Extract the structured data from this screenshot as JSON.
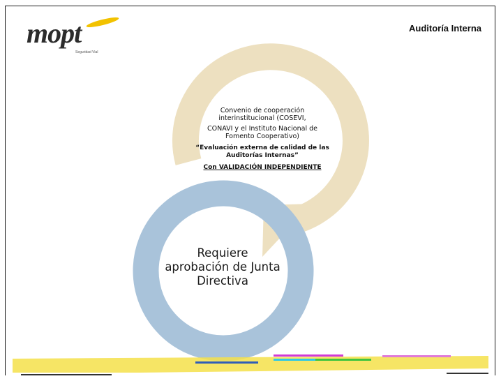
{
  "header": {
    "logo_text": "mopt",
    "logo_subtitle": "Seguridad Vial",
    "title": "Auditoría Interna"
  },
  "diagram": {
    "top_cycle": {
      "line1": "Convenio de cooperación interinstitucional (COSEVI,",
      "line2": "CONAVI y el Instituto Nacional de Fomento Cooperativo)",
      "quote": "“Evaluación externa de calidad de las Auditorías Internas”",
      "validation": "Con VALIDACIÓN INDEPENDIENTE"
    },
    "bottom_cycle": {
      "text": "Requiere aprobación de Junta Directiva"
    }
  },
  "colors": {
    "top_arc": "#ede0c0",
    "bottom_arc": "#a9c3da",
    "logo_accent": "#f2c200",
    "footer_yellow": "#f5e04a"
  }
}
